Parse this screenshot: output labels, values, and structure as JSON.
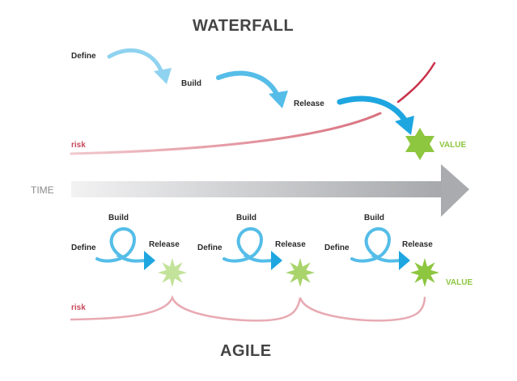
{
  "waterfall": {
    "title": "WATERFALL",
    "steps": [
      "Define",
      "Build",
      "Release"
    ],
    "risk_label": "risk",
    "value_label": "VALUE"
  },
  "time_label": "TIME",
  "agile": {
    "title": "AGILE",
    "iterations": [
      {
        "define": "Define",
        "build": "Build",
        "release": "Release"
      },
      {
        "define": "Define",
        "build": "Build",
        "release": "Release"
      },
      {
        "define": "Define",
        "build": "Build",
        "release": "Release",
        "value": "VALUE"
      }
    ],
    "risk_label": "risk"
  },
  "colors": {
    "arrow_light": "#8fd3f0",
    "arrow_mid": "#55bde8",
    "arrow_dark": "#1ea6e0",
    "risk": "#c8485a",
    "risk_light": "#e8aab2",
    "value": "#8dc63f",
    "time_arrow": "#a9abae"
  }
}
